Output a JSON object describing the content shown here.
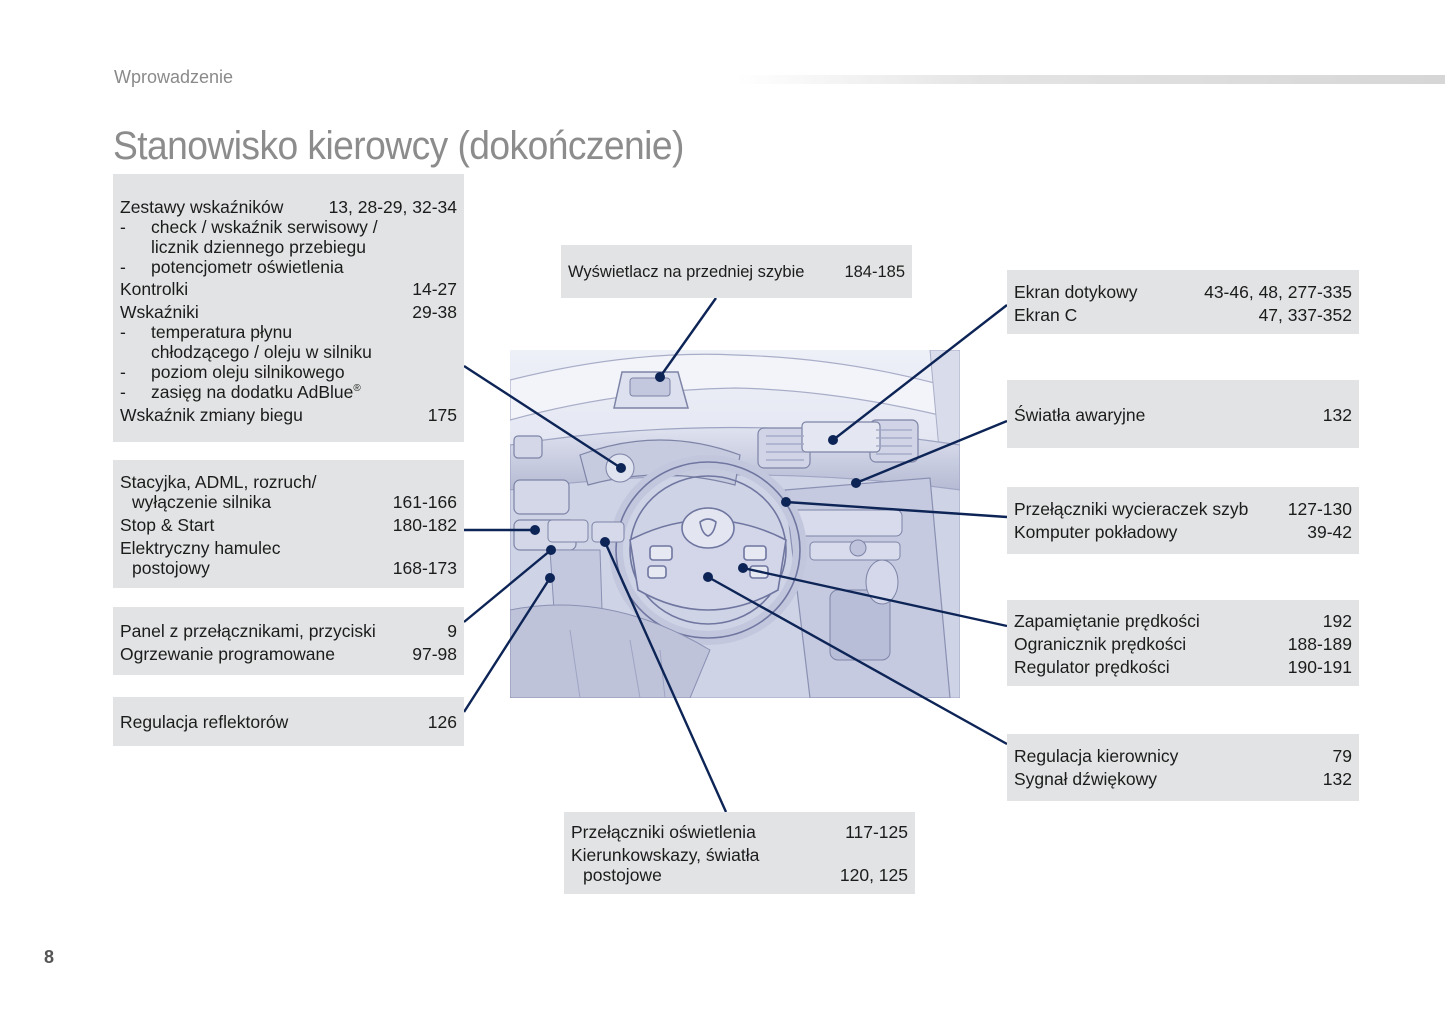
{
  "header": {
    "section": "Wprowadzenie",
    "title": "Stanowisko kierowcy (dokończenie)"
  },
  "page_number": "8",
  "colors": {
    "box_bg": "#e2e3e4",
    "callout_line": "#0d2456",
    "title_gray": "#8c8c8c"
  },
  "boxes": {
    "instrument_cluster": {
      "label": "Zestawy wskaźników",
      "pages": "13, 28-29, 32-34",
      "sub1": "check / wskaźnik serwisowy /",
      "sub1b": "licznik dziennego przebiegu",
      "sub2": "potencjometr oświetlenia",
      "kontrolki_label": "Kontrolki",
      "kontrolki_pages": "14-27",
      "wskazniki_label": "Wskaźniki",
      "wskazniki_pages": "29-38",
      "sub3": "temperatura płynu",
      "sub3b": "chłodzącego / oleju w silniku",
      "sub4": "poziom oleju silnikowego",
      "sub5": "zasięg na dodatku AdBlue",
      "sub5_mark": "®",
      "gear_label": "Wskaźnik zmiany biegu",
      "gear_pages": "175"
    },
    "ignition": {
      "line1": "Stacyjka, ADML, rozruch/",
      "line2": "wyłączenie silnika",
      "line2_pages": "161-166",
      "stopstart_label": "Stop & Start",
      "stopstart_pages": "180-182",
      "brake_line1": "Elektryczny hamulec",
      "brake_line2": "postojowy",
      "brake_pages": "168-173"
    },
    "switch_panel": {
      "label1": "Panel z przełącznikami, przyciski",
      "pages1": "9",
      "label2": "Ogrzewanie programowane",
      "pages2": "97-98"
    },
    "headlamp": {
      "label": "Regulacja reflektorów",
      "pages": "126"
    },
    "hud": {
      "label": "Wyświetlacz na przedniej szybie",
      "pages": "184-185"
    },
    "touchscreen": {
      "label1": "Ekran dotykowy",
      "pages1": "43-46, 48, 277-335",
      "label2": "Ekran C",
      "pages2": "47, 337-352"
    },
    "hazard": {
      "label": "Światła awaryjne",
      "pages": "132"
    },
    "wipers": {
      "label1": "Przełączniki wycieraczek szyb",
      "pages1": "127-130",
      "label2": "Komputer pokładowy",
      "pages2": "39-42"
    },
    "speed": {
      "label1": "Zapamiętanie prędkości",
      "pages1": "192",
      "label2": "Ogranicznik prędkości",
      "pages2": "188-189",
      "label3": "Regulator prędkości",
      "pages3": "190-191"
    },
    "steering": {
      "label1": "Regulacja kierownicy",
      "pages1": "79",
      "label2": "Sygnał dźwiękowy",
      "pages2": "132"
    },
    "lighting": {
      "label1": "Przełączniki oświetlenia",
      "pages1": "117-125",
      "label2a": "Kierunkowskazy, światła",
      "label2b": "postojowe",
      "pages2": "120, 125"
    }
  }
}
